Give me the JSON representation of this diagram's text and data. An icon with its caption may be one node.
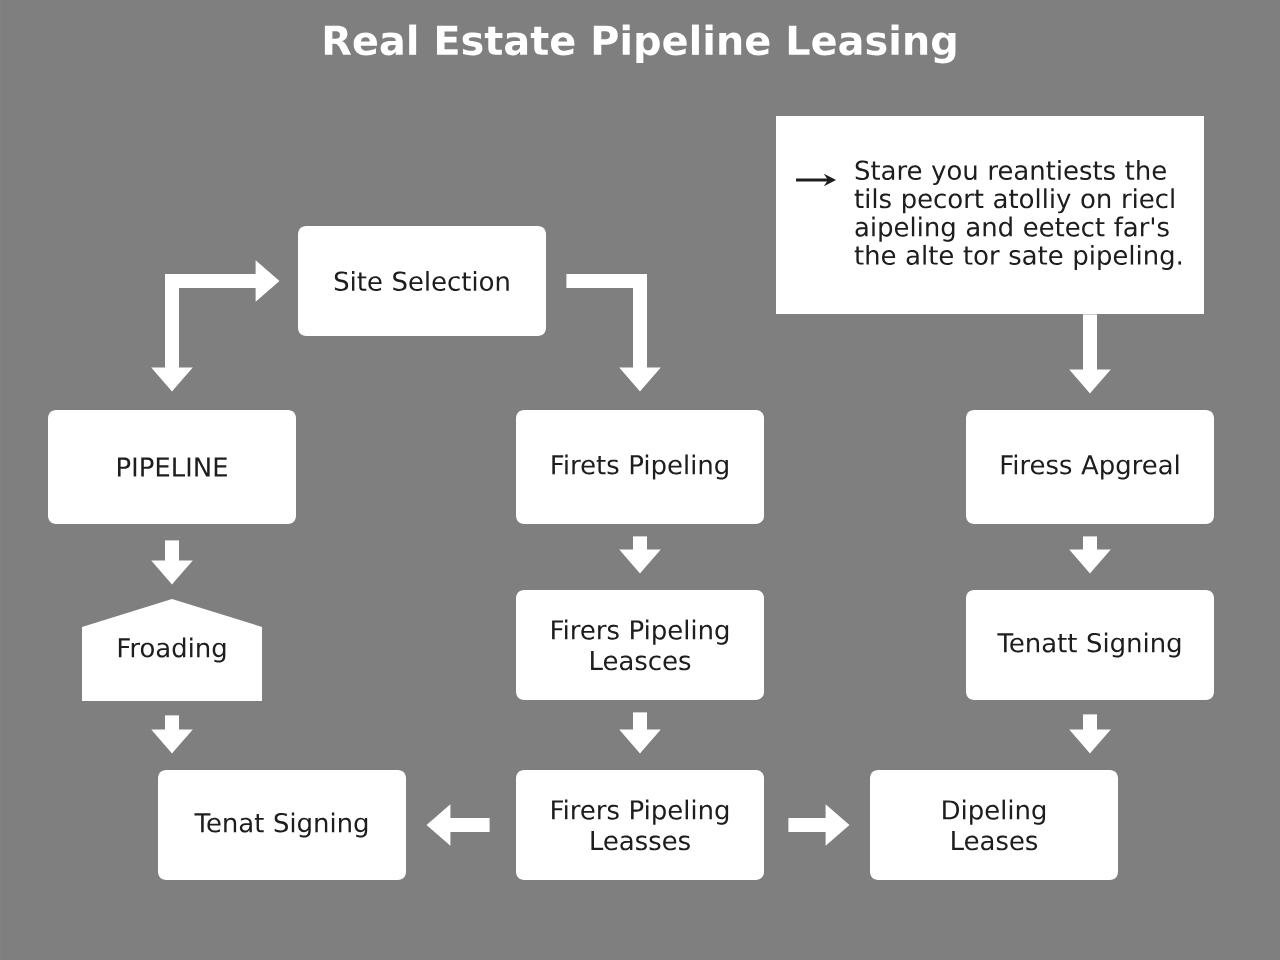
{
  "diagram": {
    "title": "Real Estate Pipeline Leasing",
    "nodes": [
      {
        "text": [
          "Stare you reantiests the tils pecort atolliy on riecl aipeling and eetect far's the alte tor sate pipeling."
        ]
      },
      {
        "text": [
          "Site Selection"
        ]
      },
      {
        "text": [
          "PIPELINE"
        ]
      },
      {
        "text": [
          "Firets Pipeling"
        ]
      },
      {
        "text": [
          "Firess Apgreal"
        ]
      },
      {
        "text": [
          "Froading"
        ]
      },
      {
        "text": [
          "Firers Pipeling Leasces"
        ]
      },
      {
        "text": [
          "Tenatt Signing"
        ]
      },
      {
        "text": [
          "Tenat Signing"
        ]
      },
      {
        "text": [
          "Firers Pipeling Leasses"
        ]
      },
      {
        "text": [
          "Dipeling Leases"
        ]
      }
    ],
    "edges": [
      {
        "from": 2,
        "to": 1,
        "arrow": "both"
      },
      {
        "from": 1,
        "to": 3,
        "arrow": "to"
      },
      {
        "from": 0,
        "to": 4,
        "arrow": "to"
      },
      {
        "from": 2,
        "to": 5,
        "arrow": "to"
      },
      {
        "from": 3,
        "to": 6,
        "arrow": "to"
      },
      {
        "from": 4,
        "to": 7,
        "arrow": "to"
      },
      {
        "from": 5,
        "to": 8,
        "arrow": "to"
      },
      {
        "from": 6,
        "to": 9,
        "arrow": "to"
      },
      {
        "from": 7,
        "to": 10,
        "arrow": "to"
      },
      {
        "from": 9,
        "to": 8,
        "arrow": "to"
      },
      {
        "from": 9,
        "to": 10,
        "arrow": "to"
      }
    ]
  }
}
